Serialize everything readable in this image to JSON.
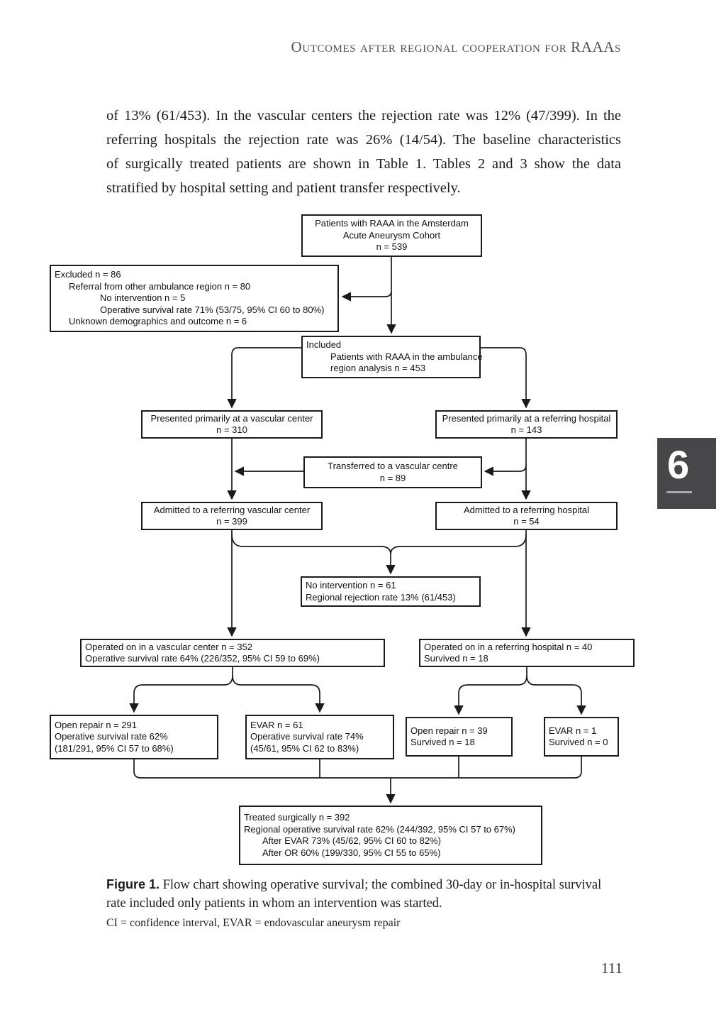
{
  "page": {
    "running_head": "Outcomes after regional cooperation for RAAAs",
    "page_number": "111",
    "chapter_tab": "6"
  },
  "body_paragraph": {
    "lines": [
      "of 13% (61/453). In the vascular centers the rejection rate was 12% (47/399). In the",
      "referring hospitals the rejection rate was 26% (14/54). The baseline characteristics",
      "of surgically treated patients are shown in Table 1. Tables 2 and 3 show the data",
      "stratified by hospital setting and patient transfer respectively."
    ]
  },
  "figure": {
    "label": "Figure 1.",
    "caption_line1": "Flow chart showing operative survival; the combined 30-day or in-hospital survival",
    "caption_line2": "rate included only patients in whom an intervention was started.",
    "abbreviations": "CI = confidence interval, EVAR = endovascular aneurysm repair"
  },
  "flowchart": {
    "boxes": {
      "cohort": {
        "lines": [
          "Patients with RAAA in the Amsterdam",
          "Acute Aneurysm Cohort",
          "n = 539"
        ]
      },
      "excluded": {
        "lines": [
          "Excluded n = 86",
          "Referral from other ambulance region n = 80",
          "No intervention n = 5",
          "Operative survival rate 71% (53/75, 95% CI 60 to 80%)",
          "Unknown demographics and outcome n = 6"
        ]
      },
      "included": {
        "lines": [
          "Included",
          "Patients with RAAA in the ambulance",
          "region analysis n = 453"
        ]
      },
      "presented_vc": {
        "lines": [
          "Presented primarily at a vascular center",
          "n = 310"
        ]
      },
      "presented_rh": {
        "lines": [
          "Presented primarily at a referring hospital",
          "n = 143"
        ]
      },
      "transferred": {
        "lines": [
          "Transferred to a vascular centre",
          "n = 89"
        ]
      },
      "admitted_vc": {
        "lines": [
          "Admitted to a referring vascular center",
          "n = 399"
        ]
      },
      "admitted_rh": {
        "lines": [
          "Admitted to a referring hospital",
          "n = 54"
        ]
      },
      "no_intervention": {
        "lines": [
          "No intervention n = 61",
          "Regional rejection rate 13% (61/453)"
        ]
      },
      "operated_vc": {
        "lines": [
          "Operated on in a vascular center n = 352",
          "Operative survival rate 64% (226/352, 95% CI 59 to 69%)"
        ]
      },
      "operated_rh": {
        "lines": [
          "Operated on in a referring hospital n =  40",
          "Survived n = 18"
        ]
      },
      "open_repair_vc": {
        "lines": [
          "Open repair n = 291",
          "Operative survival rate 62%",
          "(181/291, 95% CI 57 to 68%)"
        ]
      },
      "evar_vc": {
        "lines": [
          "EVAR n = 61",
          "Operative survival rate 74%",
          "(45/61, 95% CI 62 to 83%)"
        ]
      },
      "open_repair_rh": {
        "lines": [
          "Open repair n = 39",
          "Survived n = 18"
        ]
      },
      "evar_rh": {
        "lines": [
          "EVAR n = 1",
          "Survived n = 0"
        ]
      },
      "treated": {
        "lines": [
          "Treated surgically n = 392",
          "Regional operative survival rate 62% (244/392, 95% CI 57 to 67%)",
          "After EVAR 73% (45/62, 95% CI 60 to 82%)",
          "After OR 60% (199/330, 95% CI 55 to 65%)"
        ]
      }
    }
  }
}
